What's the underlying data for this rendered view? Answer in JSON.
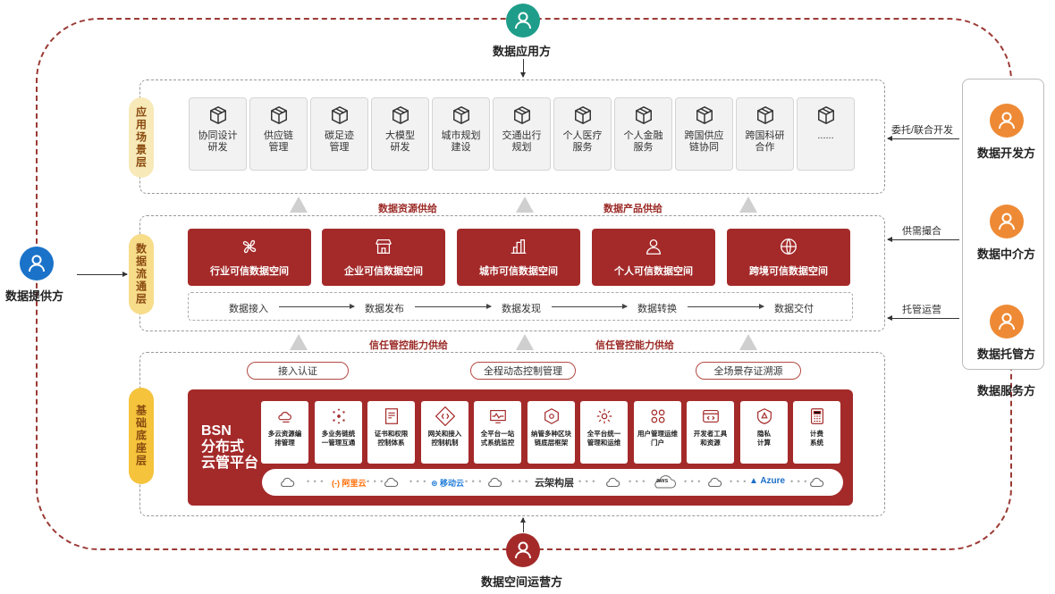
{
  "actors": {
    "app_user": "数据应用方",
    "provider": "数据提供方",
    "operator": "数据空间运营方",
    "developer": "数据开发方",
    "broker": "数据中介方",
    "custodian": "数据托管方",
    "service_group": "数据服务方"
  },
  "side_links": {
    "developer": "委托/联合开发",
    "broker": "供需撮合",
    "custodian": "托管运营"
  },
  "layers": {
    "app": "应用场景层",
    "flow": "数据流通层",
    "base": "基础底座层"
  },
  "app_scenarios": [
    {
      "line1": "协同设计",
      "line2": "研发"
    },
    {
      "line1": "供应链",
      "line2": "管理"
    },
    {
      "line1": "碳足迹",
      "line2": "管理"
    },
    {
      "line1": "大模型",
      "line2": "研发"
    },
    {
      "line1": "城市规划",
      "line2": "建设"
    },
    {
      "line1": "交通出行",
      "line2": "规划"
    },
    {
      "line1": "个人医疗",
      "line2": "服务"
    },
    {
      "line1": "个人金融",
      "line2": "服务"
    },
    {
      "line1": "跨国供应",
      "line2": "链协同"
    },
    {
      "line1": "跨国科研",
      "line2": "合作"
    },
    {
      "line1": "......",
      "line2": ""
    }
  ],
  "supply_labels": {
    "resource": "数据资源供给",
    "product": "数据产品供给",
    "trust_left": "信任管控能力供给",
    "trust_right": "信任管控能力供给"
  },
  "trusted_spaces": [
    {
      "label": "行业可信数据空间",
      "icon": "pinwheel-icon"
    },
    {
      "label": "企业可信数据空间",
      "icon": "storefront-icon"
    },
    {
      "label": "城市可信数据空间",
      "icon": "city-buildings-icon"
    },
    {
      "label": "个人可信数据空间",
      "icon": "person-icon"
    },
    {
      "label": "跨境可信数据空间",
      "icon": "globe-icon"
    }
  ],
  "data_chain": [
    "数据接入",
    "数据发布",
    "数据发现",
    "数据转换",
    "数据交付"
  ],
  "base_pills": [
    "接入认证",
    "全程动态控制管理",
    "全场景存证溯源"
  ],
  "bsn": {
    "title_line1": "BSN",
    "title_line2": "分布式",
    "title_line3": "云管平台",
    "modules": [
      {
        "line1": "多云资源编",
        "line2": "排管理"
      },
      {
        "line1": "多业务链统",
        "line2": "一管理互通"
      },
      {
        "line1": "证书和权限",
        "line2": "控制体系"
      },
      {
        "line1": "网关和接入",
        "line2": "控制机制"
      },
      {
        "line1": "全平台一站",
        "line2": "式系统监控"
      },
      {
        "line1": "纳管多种区块",
        "line2": "链底层框架"
      },
      {
        "line1": "全平台统一",
        "line2": "管理和运维"
      },
      {
        "line1": "用户管理运维",
        "line2": "门户"
      },
      {
        "line1": "开发者工具",
        "line2": "和资源"
      },
      {
        "line1": "隐私",
        "line2": "计算"
      },
      {
        "line1": "计费",
        "line2": "系统"
      }
    ],
    "cloud_layer": {
      "label": "云架构层",
      "vendor_aliyun": "(-) 阿里云",
      "vendor_mobile": "移动云",
      "vendor_aws": "aws",
      "vendor_azure": "Azure"
    }
  },
  "colors": {
    "brand_red": "#a42a2a",
    "teal": "#1e9e8a",
    "blue": "#1a73c9",
    "orange": "#ee8a35",
    "tag_yellow": "#f7dc8a"
  }
}
